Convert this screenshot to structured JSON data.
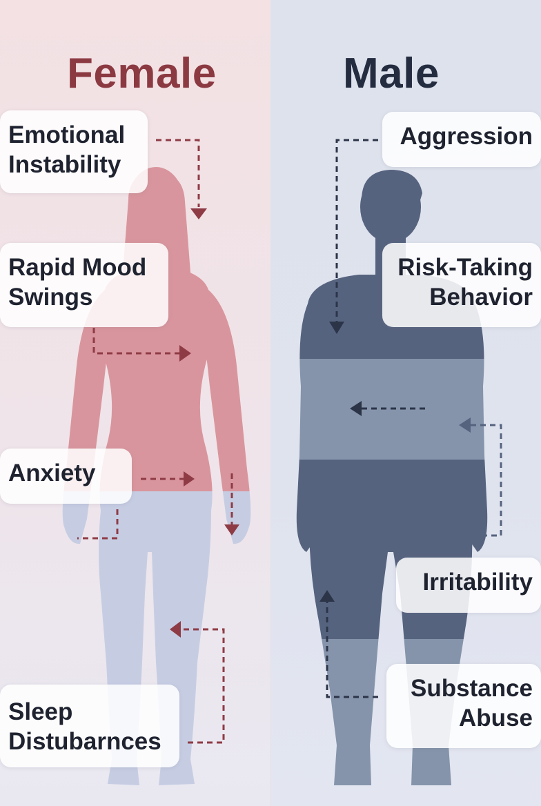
{
  "female": {
    "heading": "Female",
    "labels": {
      "emotional_line1": "Emotional",
      "emotional_line2": "Instability",
      "mood_line1": "Rapid Mood",
      "mood_line2": "Swings",
      "anxiety": "Anxiety",
      "sleep_line1": "Sleep",
      "sleep_line2": "Distubarnces"
    }
  },
  "male": {
    "heading": "Male",
    "labels": {
      "aggression": "Aggression",
      "risk_line1": "Risk-Taking",
      "risk_line2": "Behavior",
      "irritability": "Irritability",
      "substance_line1": "Substance",
      "substance_line2": "Abuse"
    }
  },
  "colors": {
    "female_accent": "#8c3a42",
    "female_body_upper": "#d9959d",
    "female_body_lower": "#c6cde3",
    "male_accent": "#242c40",
    "male_body_dark": "#56637f",
    "male_body_light": "#8594ab",
    "female_arrow": "#8e3b45",
    "male_arrow": "#2c3448",
    "male_arrow_light": "#56637f"
  }
}
